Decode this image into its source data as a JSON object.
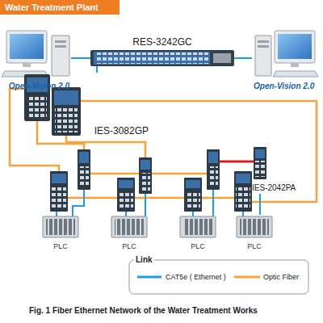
{
  "diagram": {
    "title": "Water Treatment Plant",
    "caption": "Fig. 1 Fiber Ethernet Network of the Water Treatment Works",
    "nodes": [
      {
        "text": [
          "RES-3242GC"
        ]
      },
      {
        "text": [
          "Open-Vision 2.0"
        ]
      },
      {
        "text": [
          "Open-Vision 2.0"
        ]
      },
      {
        "text": [
          "IES-3082GP"
        ]
      },
      {
        "text": [
          "IES-2042PA"
        ]
      },
      {
        "text": [
          "PLC"
        ]
      },
      {
        "text": [
          "PLC"
        ]
      },
      {
        "text": [
          "PLC"
        ]
      },
      {
        "text": [
          "PLC"
        ]
      }
    ],
    "edges": [
      {
        "from": 1,
        "to": 0,
        "arrow": "none"
      },
      {
        "from": 2,
        "to": 0,
        "arrow": "none"
      },
      {
        "from": 0,
        "to": 3,
        "arrow": "none"
      },
      {
        "from": 4,
        "to": 8,
        "arrow": "none"
      }
    ],
    "labels": [
      "Link"
    ],
    "legend": [
      {
        "text": "CAT5e ( Ethernet )"
      },
      {
        "text": "Optic Fiber"
      }
    ]
  }
}
